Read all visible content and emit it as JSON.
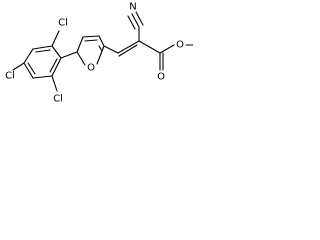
{
  "structure": {
    "atoms": {
      "nitrile_n": "N",
      "ester_o_carbonyl": "O",
      "ester_o_ether": "O",
      "furan_o": "O",
      "cl_ortho_top": "Cl",
      "cl_para": "Cl",
      "cl_ortho_bottom": "Cl"
    }
  }
}
